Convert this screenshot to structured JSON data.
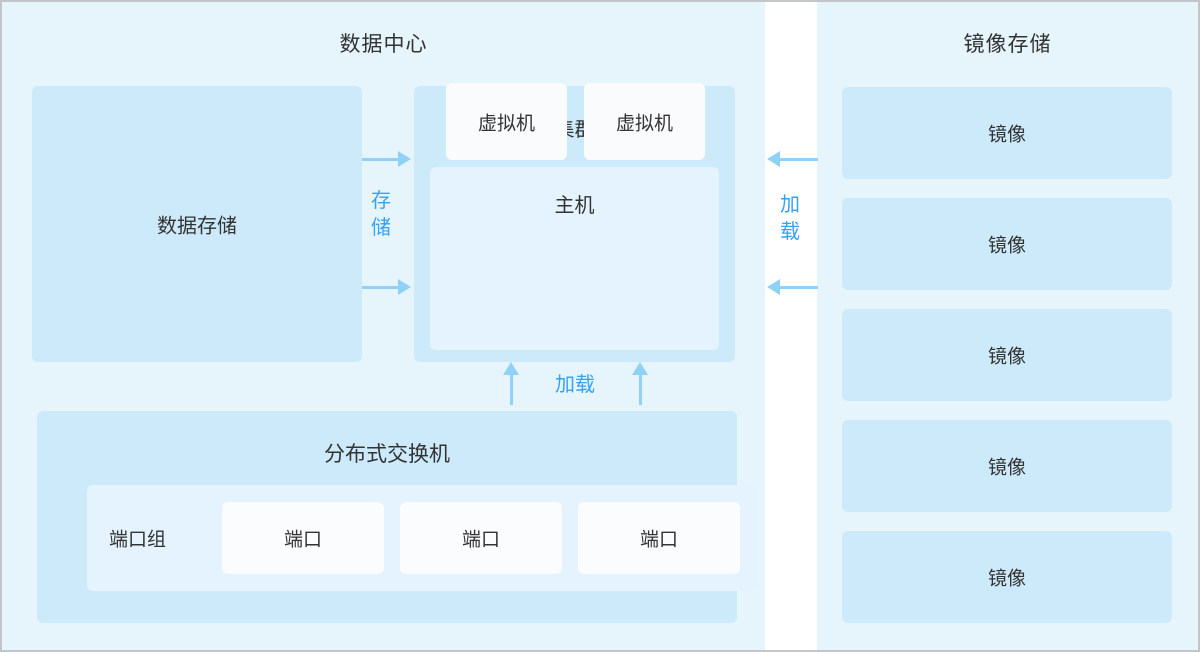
{
  "datacenter": {
    "title": "数据中心",
    "data_storage": {
      "label": "数据存储"
    },
    "cluster": {
      "label": "集群",
      "host": {
        "label": "主机",
        "vms": [
          {
            "label": "虚拟机"
          },
          {
            "label": "虚拟机"
          }
        ]
      }
    },
    "distributed_switch": {
      "label": "分布式交换机",
      "port_group": {
        "label": "端口组",
        "ports": [
          {
            "label": "端口"
          },
          {
            "label": "端口"
          },
          {
            "label": "端口"
          }
        ]
      }
    }
  },
  "image_storage": {
    "title": "镜像存储",
    "images": [
      {
        "label": "镜像"
      },
      {
        "label": "镜像"
      },
      {
        "label": "镜像"
      },
      {
        "label": "镜像"
      },
      {
        "label": "镜像"
      }
    ]
  },
  "connectors": {
    "storage_label": "存储",
    "load_right_label": "加载",
    "load_bottom_label": "加载"
  },
  "colors": {
    "panel_bg": "#e6f4fc",
    "block_mid": "#cdeafb",
    "block_light": "#e4f3fd",
    "block_white": "#fafbfc",
    "arrow": "#8fd2f5",
    "connector_text": "#35a3f5",
    "text": "#333333",
    "outer_border": "#c3c6c9"
  }
}
